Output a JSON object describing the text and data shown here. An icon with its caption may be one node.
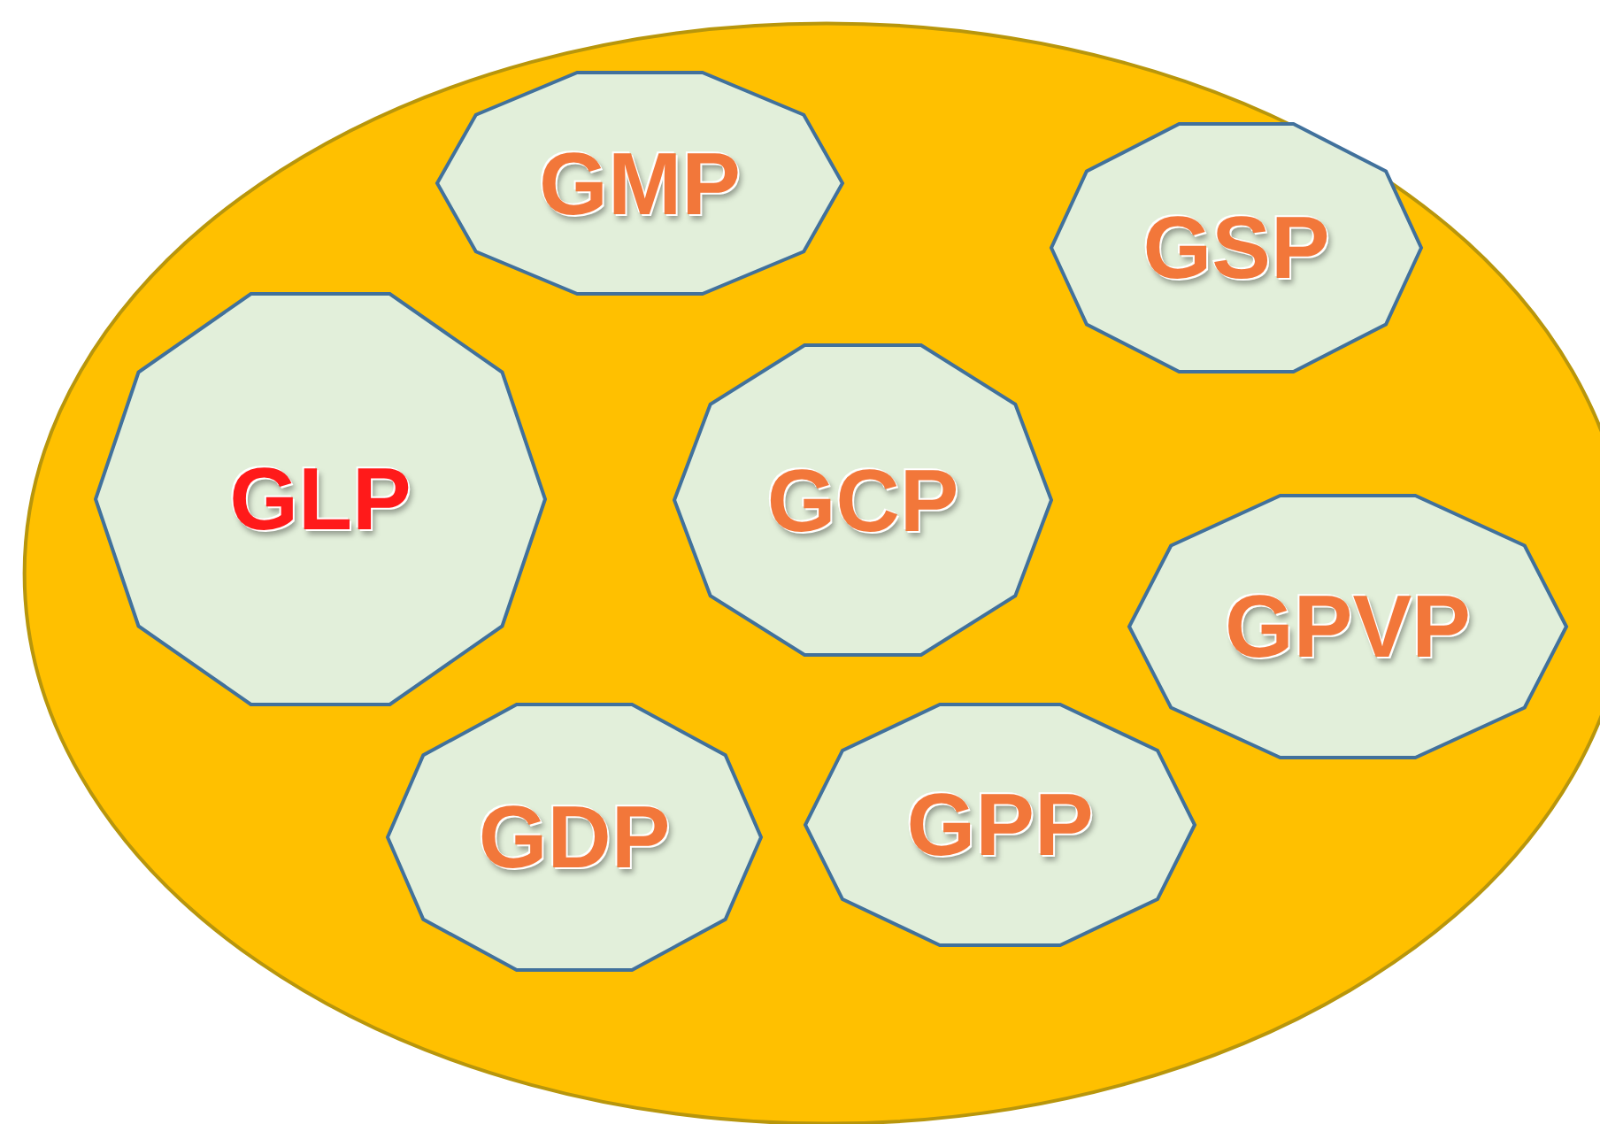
{
  "diagram": {
    "nodes": [
      {
        "text": [],
        "shape": "ellipse"
      },
      {
        "text": [
          "GMP"
        ],
        "in": 0
      },
      {
        "text": [
          "GSP"
        ],
        "in": 0
      },
      {
        "text": [
          "GLP"
        ],
        "in": 0
      },
      {
        "text": [
          "GCP"
        ],
        "in": 0
      },
      {
        "text": [
          "GPVP"
        ],
        "in": 0
      },
      {
        "text": [
          "GDP"
        ],
        "in": 0
      },
      {
        "text": [
          "GPP"
        ],
        "in": 0
      }
    ],
    "edges": []
  }
}
